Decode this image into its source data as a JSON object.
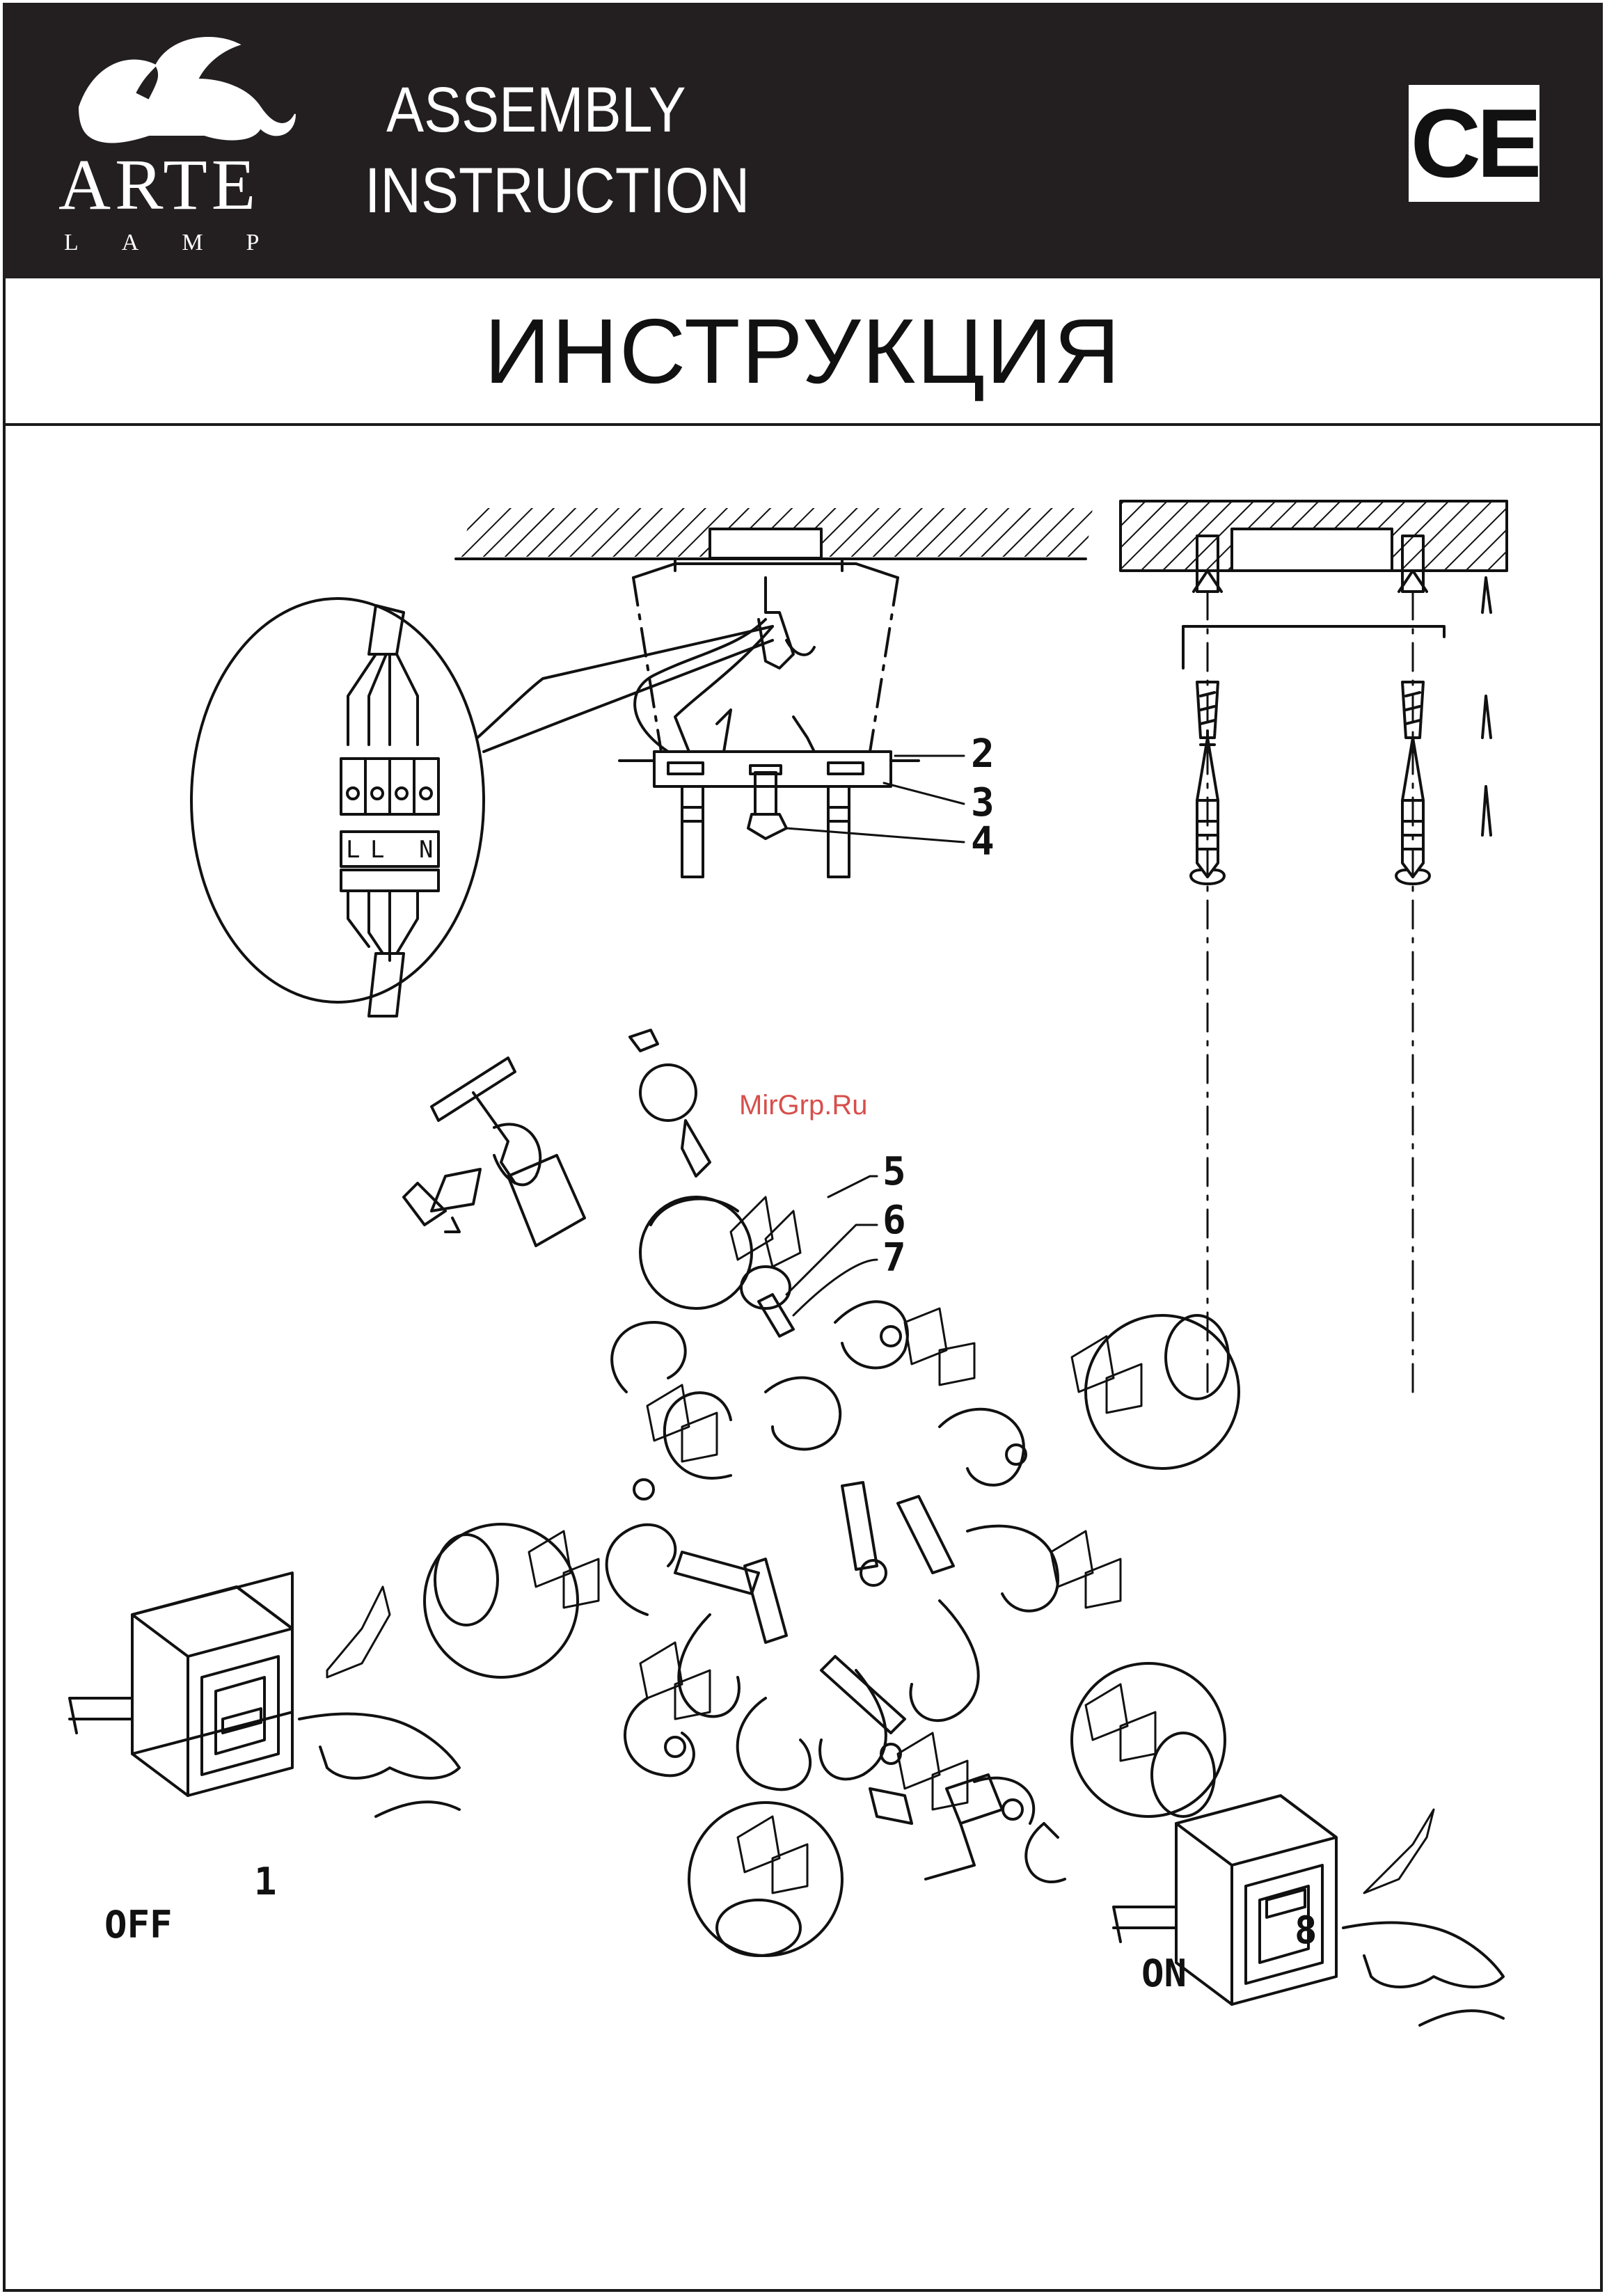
{
  "brand": {
    "name": "ARTE",
    "sub": "LAMP"
  },
  "header": {
    "title_line1": "ASSEMBLY",
    "title_line2": "INSTRUCTION",
    "mark": "CE"
  },
  "title": "ИНСТРУКЦИЯ",
  "terminal_labels": [
    "L",
    "L",
    "N"
  ],
  "callouts": [
    "2",
    "3",
    "4",
    "5",
    "6",
    "7"
  ],
  "watermark": "MirGrp.Ru",
  "steps": [
    {
      "number": "1",
      "state": "OFF"
    },
    {
      "number": "8",
      "state": "ON"
    }
  ],
  "colors": {
    "header_bg": "#231f20",
    "ink": "#111111",
    "watermark": "#d0312d"
  }
}
